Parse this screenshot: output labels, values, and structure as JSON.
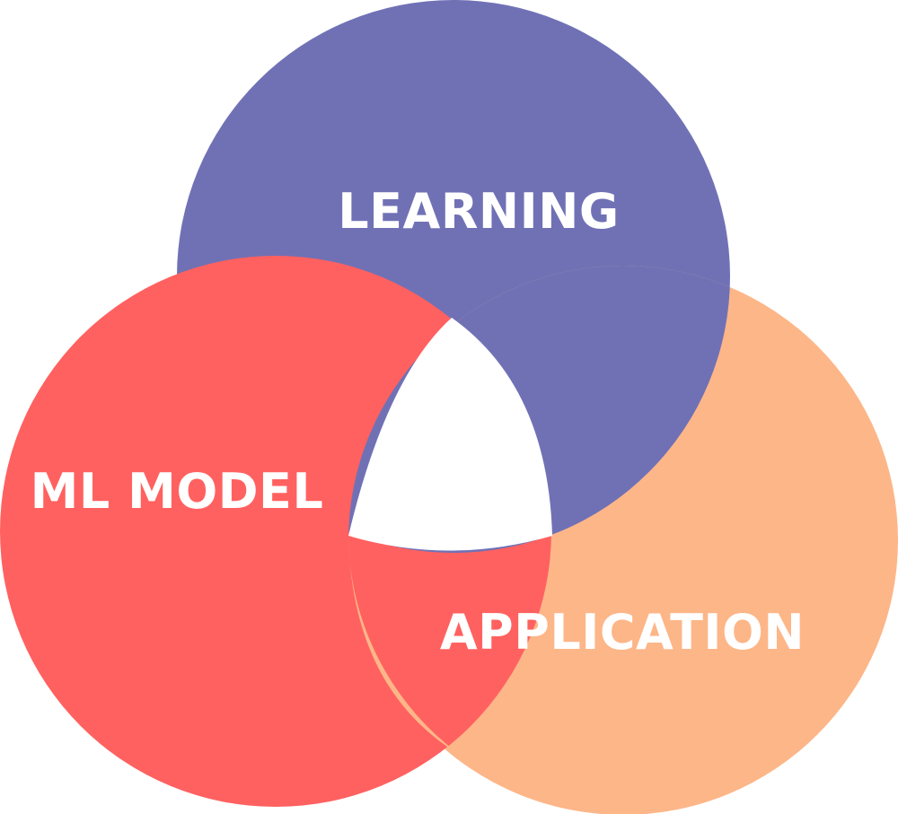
{
  "diagram": {
    "circles": [
      {
        "id": "learning",
        "label": "LEARNING",
        "color": "#7071b5"
      },
      {
        "id": "ml-model",
        "label": "ML MODEL",
        "color": "#ff6160"
      },
      {
        "id": "application",
        "label": "APPLICATION",
        "color": "#fdb688"
      }
    ],
    "center_color": "#ffffff"
  }
}
